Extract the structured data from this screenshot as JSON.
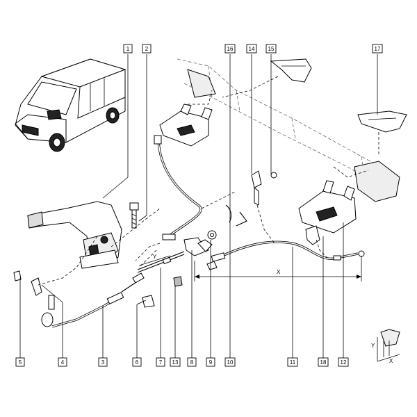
{
  "callouts": [
    {
      "id": "1",
      "label": "1"
    },
    {
      "id": "2",
      "label": "2"
    },
    {
      "id": "3",
      "label": "3"
    },
    {
      "id": "4",
      "label": "4"
    },
    {
      "id": "5",
      "label": "5"
    },
    {
      "id": "6",
      "label": "6"
    },
    {
      "id": "7",
      "label": "7"
    },
    {
      "id": "8",
      "label": "8"
    },
    {
      "id": "9",
      "label": "9"
    },
    {
      "id": "10",
      "label": "10"
    },
    {
      "id": "11",
      "label": "11"
    },
    {
      "id": "12",
      "label": "12"
    },
    {
      "id": "13",
      "label": "13"
    },
    {
      "id": "14",
      "label": "14"
    },
    {
      "id": "15",
      "label": "15"
    },
    {
      "id": "16",
      "label": "16"
    },
    {
      "id": "17",
      "label": "17"
    },
    {
      "id": "18",
      "label": "18"
    }
  ],
  "dimensions": {
    "x_main": "X",
    "y_small": "Y",
    "inset_x": "X",
    "inset_y": "Y"
  }
}
